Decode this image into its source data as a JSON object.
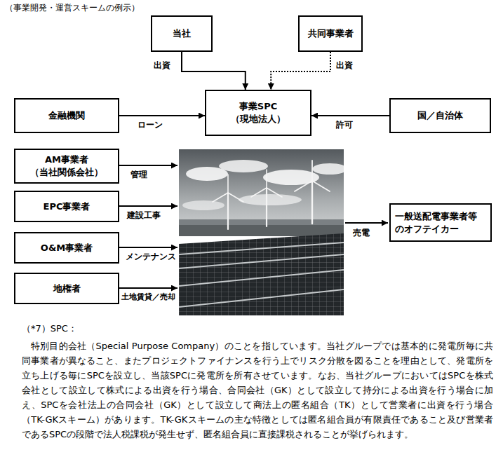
{
  "diagram": {
    "title": "（事業開発・運営スキームの例示）",
    "nodes": [
      {
        "text": [
          "当社"
        ]
      },
      {
        "text": [
          "共同事業者"
        ]
      },
      {
        "text": [
          "金融機関"
        ]
      },
      {
        "text": [
          "事業SPC （現地法人）"
        ]
      },
      {
        "text": [
          "国／自治体"
        ]
      },
      {
        "text": [
          "AM事業者 （当社関係会社）"
        ]
      },
      {
        "text": [
          "EPC事業者"
        ]
      },
      {
        "text": [
          "O&M事業者"
        ]
      },
      {
        "text": [
          "地権者"
        ]
      },
      {
        "text": [
          "一般送配電事業者等 のオフテイカー"
        ]
      }
    ],
    "edges": [
      {
        "from": 0,
        "to": 3,
        "label": "出資",
        "arrow": "to"
      },
      {
        "from": 1,
        "to": 3,
        "label": "出資",
        "arrow": "to"
      },
      {
        "from": 2,
        "to": 3,
        "label": "ローン",
        "arrow": "to"
      },
      {
        "from": 4,
        "to": 3,
        "label": "許可",
        "arrow": "to"
      }
    ],
    "labels": [
      "管理",
      "建設工事",
      "メンテナンス",
      "土地賃貸／売却",
      "売電",
      "（*7）SPC：",
      "特別目的会社（Special Purpose Company）のことを指しています。当社グループでは基本的に発電所毎に共同事業者が異なること、またプロジェクトファイナンスを行う上でリスク分散を図ることを理由として、発電所を立ち上げる毎にSPCを設立し、当該SPCに発電所を所有させています。なお、当社グループにおいてはSPCを株式会社として設立して株式による出資を行う場合、合同会社（GK）として設立して持分による出資を行う場合に加え、SPCを会社法上の合同会社（GK）として設立して商法上の匿名組合（TK）として営業者に出資を行う場合（TK-GKスキーム）があります。TK-GKスキームの主な特徴としては匿名組合員が有限責任であること及び営業者であるSPCの段階で法人税課税が発生せず、匿名組合員に直接課税されることが挙げられます。"
    ]
  }
}
